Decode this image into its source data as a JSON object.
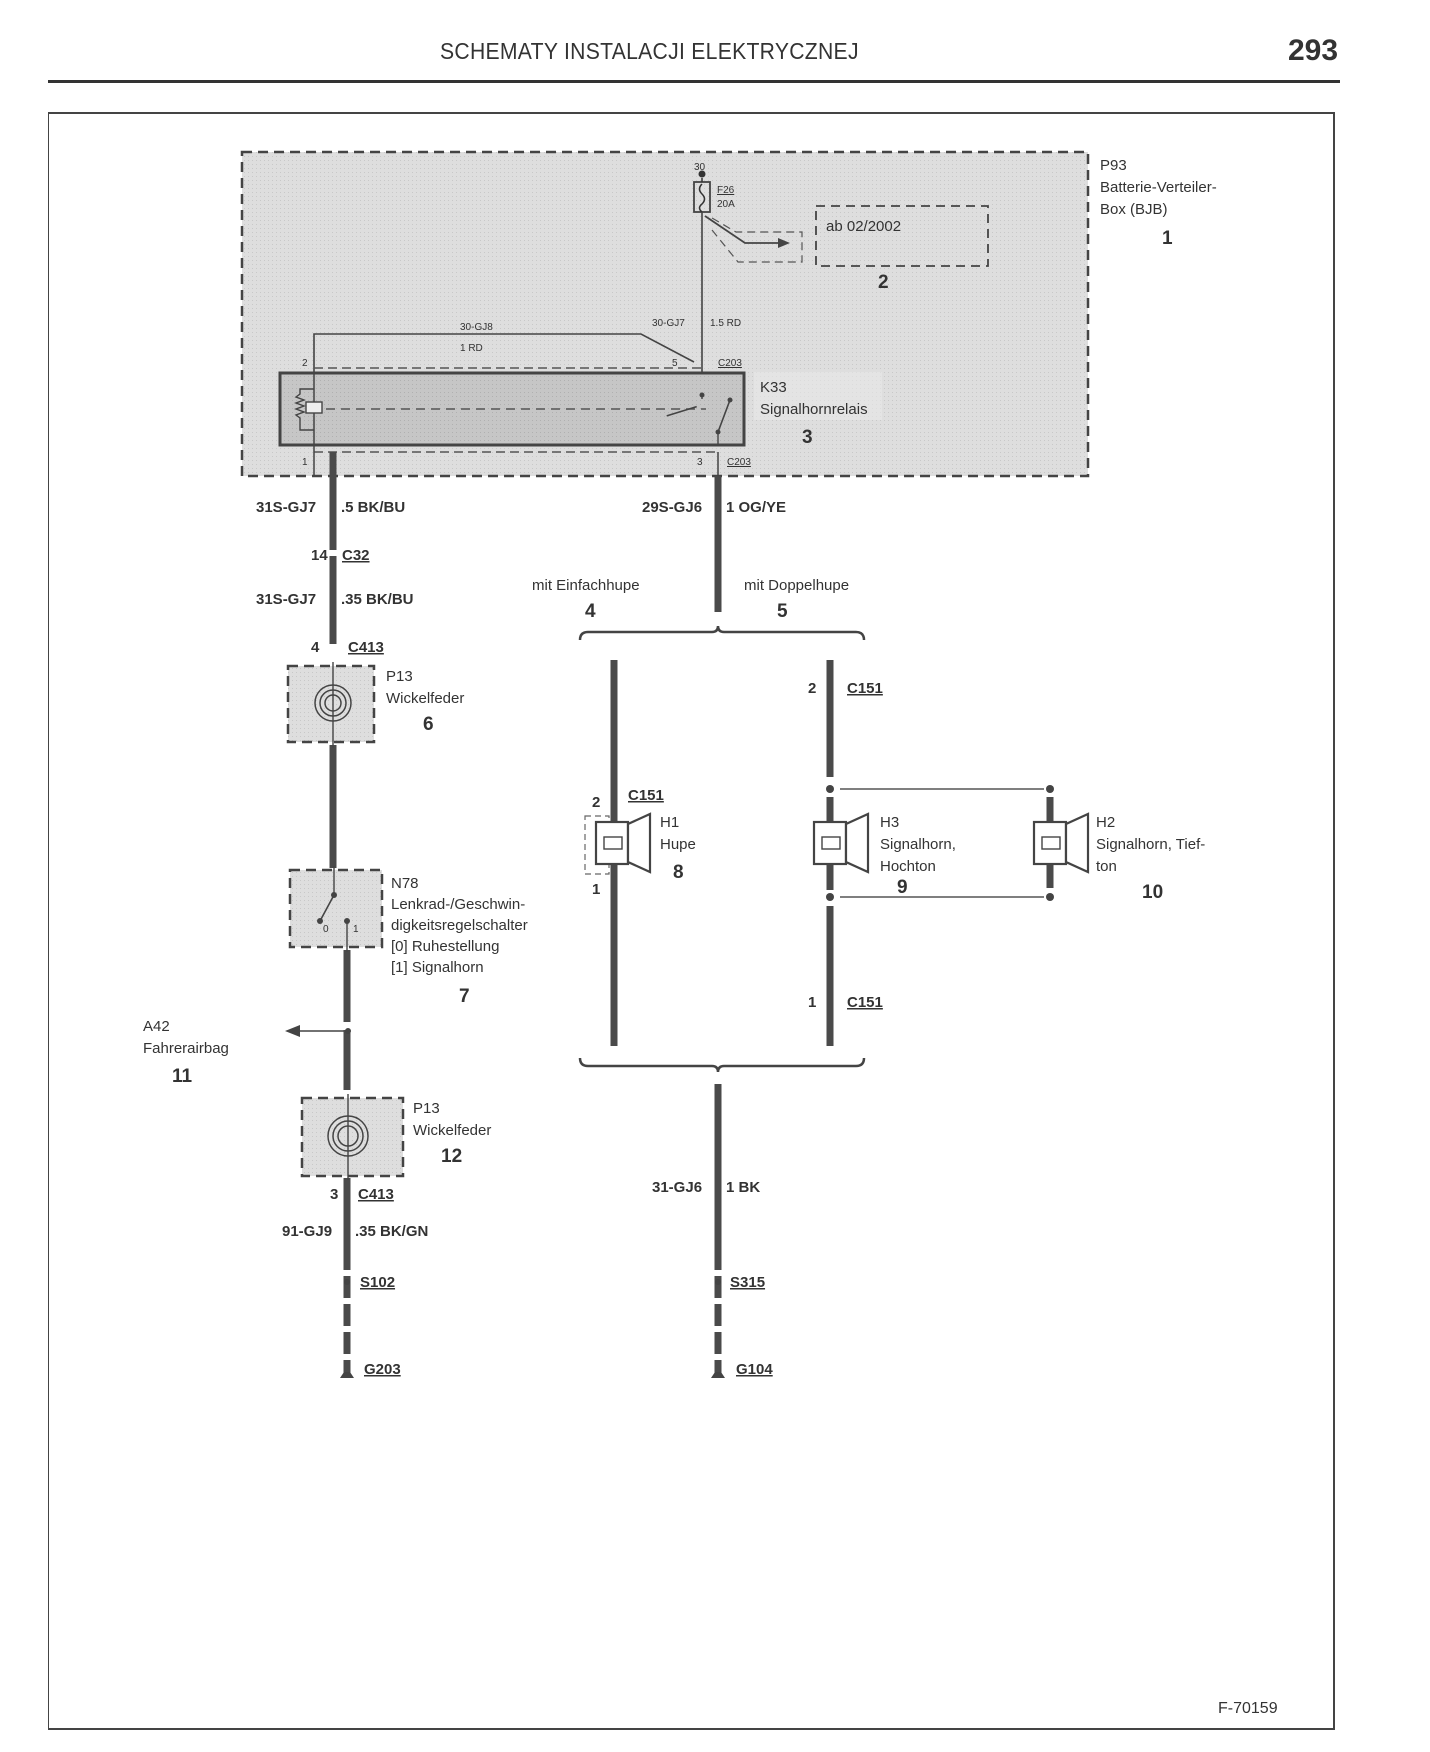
{
  "header": {
    "title": "SCHEMATY INSTALACJI ELEKTRYCZNEJ",
    "page_number": "293"
  },
  "figure_id": "F-70159",
  "components": {
    "bjb": {
      "code": "P93",
      "name_line1": "Batterie-Verteiler-",
      "name_line2": "Box (BJB)",
      "ref": "1"
    },
    "variant_box": {
      "label": "ab 02/2002",
      "ref": "2"
    },
    "fuse": {
      "terminal": "30",
      "code": "F26",
      "rating": "20A"
    },
    "relay": {
      "code": "K33",
      "name": "Signalhornrelais",
      "ref": "3"
    },
    "clockspring_upper": {
      "code": "P13",
      "name": "Wickelfeder",
      "ref": "6"
    },
    "switch": {
      "code": "N78",
      "name_line1": "Lenkrad-/Geschwin-",
      "name_line2": "digkeitsregelschalter",
      "state0": "[0] Ruhestellung",
      "state1": "[1] Signalhorn",
      "pos0": "0",
      "pos1": "1",
      "ref": "7"
    },
    "horn_single": {
      "code": "H1",
      "name": "Hupe",
      "ref": "8"
    },
    "horn_high": {
      "code": "H3",
      "name_line1": "Signalhorn,",
      "name_line2": "Hochton",
      "ref": "9"
    },
    "horn_low": {
      "code": "H2",
      "name_line1": "Signalhorn, Tief-",
      "name_line2": "ton",
      "ref": "10"
    },
    "airbag": {
      "code": "A42",
      "name": "Fahrerairbag",
      "ref": "11"
    },
    "clockspring_lower": {
      "code": "P13",
      "name": "Wickelfeder",
      "ref": "12"
    }
  },
  "variants": {
    "single": {
      "label": "mit Einfachhupe",
      "ref": "4"
    },
    "double": {
      "label": "mit Doppelhupe",
      "ref": "5"
    }
  },
  "wires": {
    "w_30_gj7": {
      "circuit": "30-GJ7",
      "spec": "1.5 RD"
    },
    "w_30_gj8": {
      "circuit": "30-GJ8",
      "spec": "1 RD"
    },
    "w_31s_gj7_a": {
      "circuit": "31S-GJ7",
      "spec": ".5 BK/BU"
    },
    "w_31s_gj7_b": {
      "circuit": "31S-GJ7",
      "spec": ".35 BK/BU"
    },
    "w_29s_gj6": {
      "circuit": "29S-GJ6",
      "spec": "1 OG/YE"
    },
    "w_91_gj9": {
      "circuit": "91-GJ9",
      "spec": ".35 BK/GN"
    },
    "w_31_gj6": {
      "circuit": "31-GJ6",
      "spec": "1 BK"
    }
  },
  "connectors": {
    "c203_top": {
      "code": "C203",
      "pin_left": "2",
      "pin_right": "5"
    },
    "c203_bottom": {
      "code": "C203",
      "pin_left": "1",
      "pin_right": "3"
    },
    "c32": {
      "code": "C32",
      "pin": "14"
    },
    "c413_upper": {
      "code": "C413",
      "pin": "4"
    },
    "c413_lower": {
      "code": "C413",
      "pin": "3"
    },
    "c151_h1_top": {
      "code": "C151",
      "pin": "2"
    },
    "c151_h1_bottom": {
      "pin": "1"
    },
    "c151_h3_top": {
      "code": "C151",
      "pin": "2"
    },
    "c151_h3_bottom": {
      "code": "C151",
      "pin": "1"
    },
    "s102": {
      "code": "S102"
    },
    "s315": {
      "code": "S315"
    },
    "g203": {
      "code": "G203"
    },
    "g104": {
      "code": "G104"
    }
  },
  "colors": {
    "ink": "#333333",
    "wire": "#4a4a4a",
    "box_fill": "#d9d9d9",
    "relay_fill": "#c4c4c4"
  }
}
